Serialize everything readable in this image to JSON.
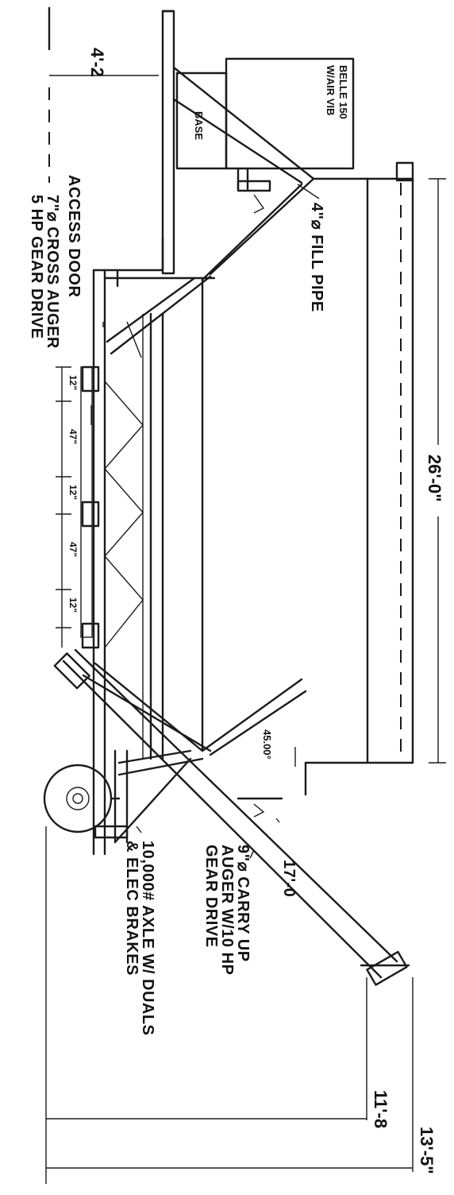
{
  "labels": {
    "belle_line1": "BELLE 150",
    "belle_line2": "W/AIR VIB",
    "base": "BASE",
    "dim_4_2": "4'-2",
    "access_door": "ACCESS DOOR",
    "cross_auger_line1": "7\"⌀ CROSS AUGER",
    "cross_auger_line2": "5 HP GEAR DRIVE",
    "fill_pipe": "4\"⌀ FILL PIPE",
    "dim_26": "26'-0\"",
    "dim_12_a": "12\"",
    "dim_47_a": "47\"",
    "dim_12_b": "12\"",
    "dim_47_b": "47\"",
    "dim_12_c": "12\"",
    "angle": "45.00°",
    "carry_line1": "9\"⌀ CARRY UP",
    "carry_line2": "AUGER W/10 HP",
    "carry_line3": "GEAR DRIVE",
    "dim_17": "17'-0",
    "axle_line1": "10,000# AXLE W/ DUALS",
    "axle_line2": "& ELEC BRAKES",
    "dim_11_8": "11'-8",
    "dim_13_5": "13'-5\""
  }
}
